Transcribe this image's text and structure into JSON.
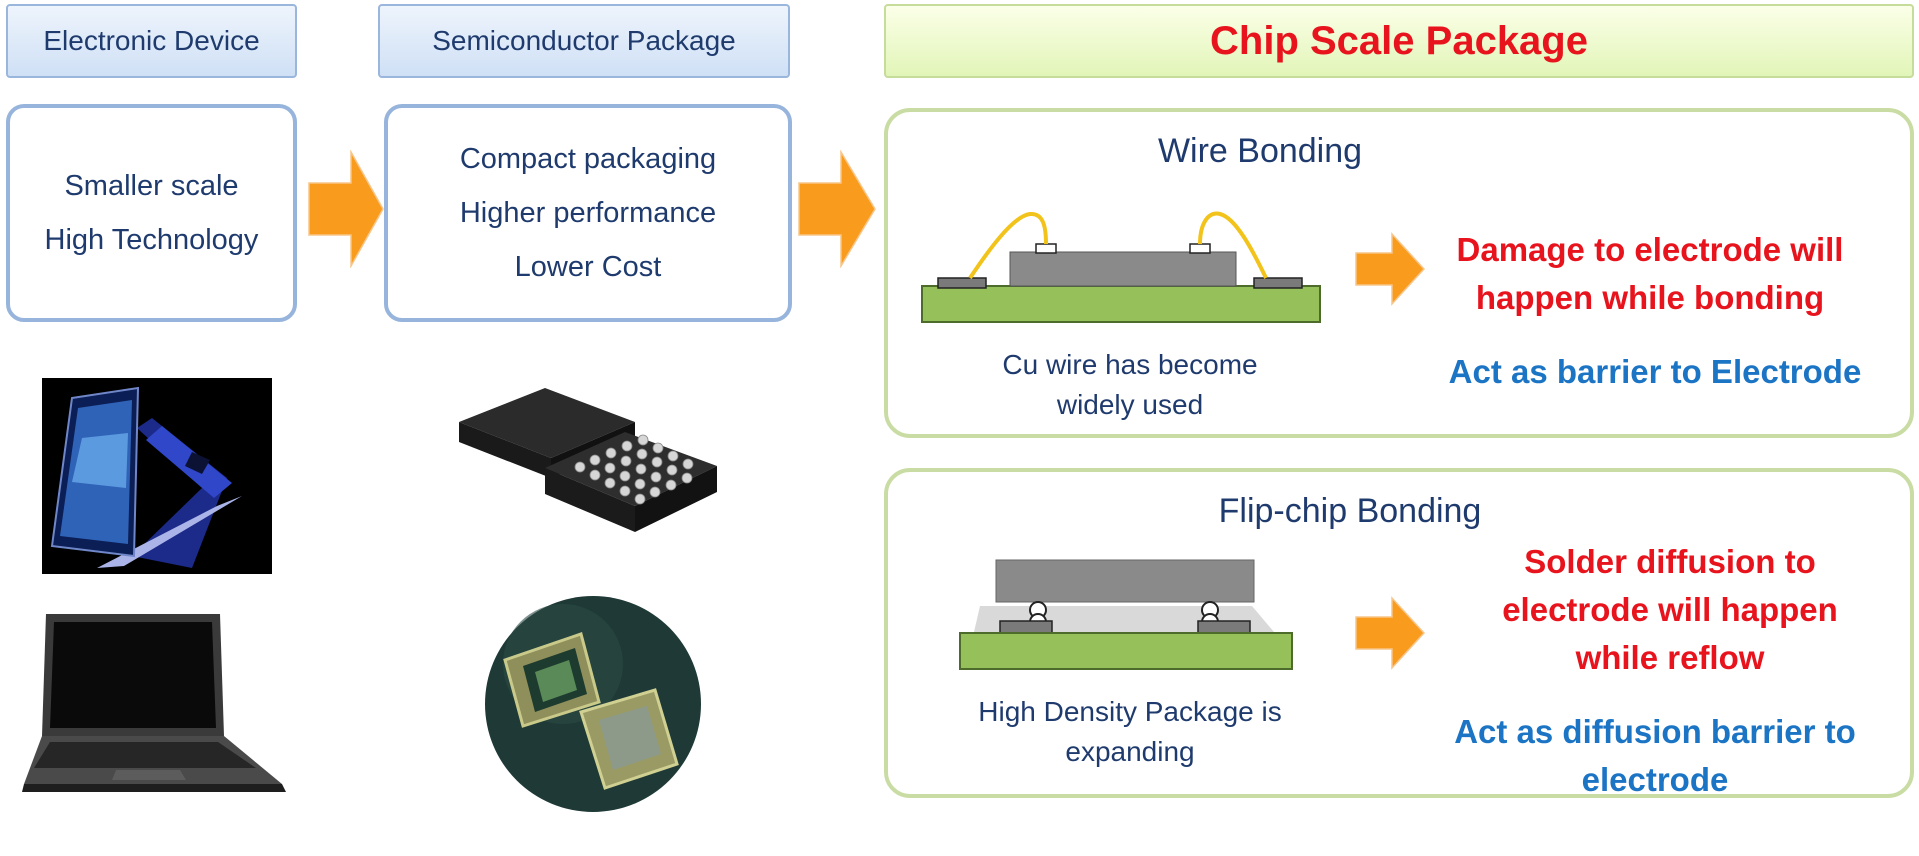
{
  "headers": {
    "electronic_device": "Electronic Device",
    "semiconductor_package": "Semiconductor Package",
    "chip_scale_package": "Chip Scale Package"
  },
  "device_box": {
    "lines": [
      "Smaller scale",
      "High Technology"
    ]
  },
  "package_box": {
    "lines": [
      "Compact packaging",
      "Higher performance",
      "Lower Cost"
    ]
  },
  "wire_bonding": {
    "title": "Wire Bonding",
    "caption": [
      "Cu wire has become",
      "widely used"
    ],
    "issue": [
      "Damage to electrode will",
      "happen while bonding"
    ],
    "role": "Act as barrier to Electrode"
  },
  "flip_chip": {
    "title": "Flip-chip Bonding",
    "caption": [
      "High Density Package is",
      "expanding"
    ],
    "issue": [
      "Solder diffusion to",
      "electrode will happen",
      "while reflow"
    ],
    "role": [
      "Act as diffusion barrier to",
      "electrode"
    ]
  },
  "colors": {
    "arrow": "#f99b1c",
    "pcb": "#96c05a",
    "die": "#8a8a8a",
    "wire": "#f2c31a",
    "issue": "#e8141d",
    "role": "#1b74c4"
  },
  "icons": [
    "smartphone-image",
    "laptop-image",
    "bga-chip-image",
    "chip-on-substrate-image"
  ]
}
